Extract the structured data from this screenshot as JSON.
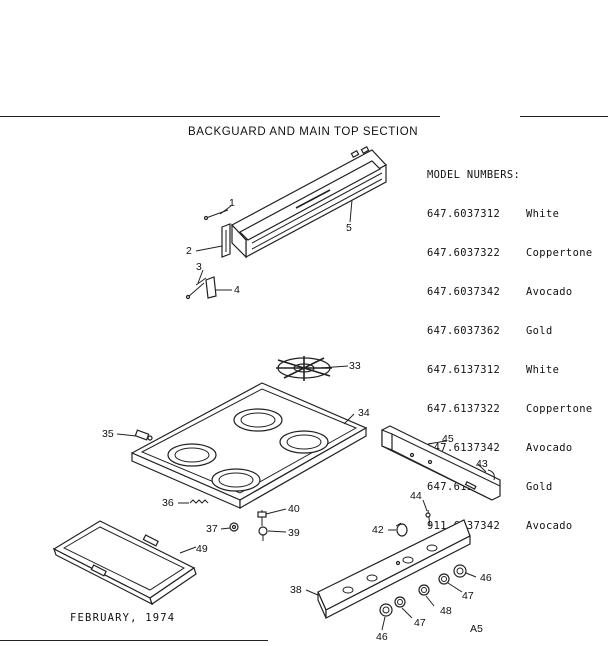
{
  "title": "BACKGUARD AND MAIN TOP SECTION",
  "models": {
    "heading": "MODEL NUMBERS:",
    "items": [
      {
        "number": "647.6037312",
        "color": "White"
      },
      {
        "number": "647.6037322",
        "color": "Coppertone"
      },
      {
        "number": "647.6037342",
        "color": "Avocado"
      },
      {
        "number": "647.6037362",
        "color": "Gold"
      },
      {
        "number": "647.6137312",
        "color": "White"
      },
      {
        "number": "647.6137322",
        "color": "Coppertone"
      },
      {
        "number": "647.6137342",
        "color": "Avocado"
      },
      {
        "number": "647.6137362",
        "color": "Gold"
      },
      {
        "number": "911.6037342",
        "color": "Avocado"
      }
    ]
  },
  "date": "FEBRUARY, 1974",
  "page_code": "A5",
  "callouts": {
    "c1": "1",
    "c2": "2",
    "c3": "3",
    "c4": "4",
    "c5": "5",
    "c33": "33",
    "c34": "34",
    "c35": "35",
    "c36": "36",
    "c37": "37",
    "c38": "38",
    "c39": "39",
    "c40": "40",
    "c42": "42",
    "c43": "43",
    "c44": "44",
    "c45": "45",
    "c46a": "46",
    "c46b": "46",
    "c47a": "47",
    "c47b": "47",
    "c48": "48",
    "c49": "49"
  }
}
